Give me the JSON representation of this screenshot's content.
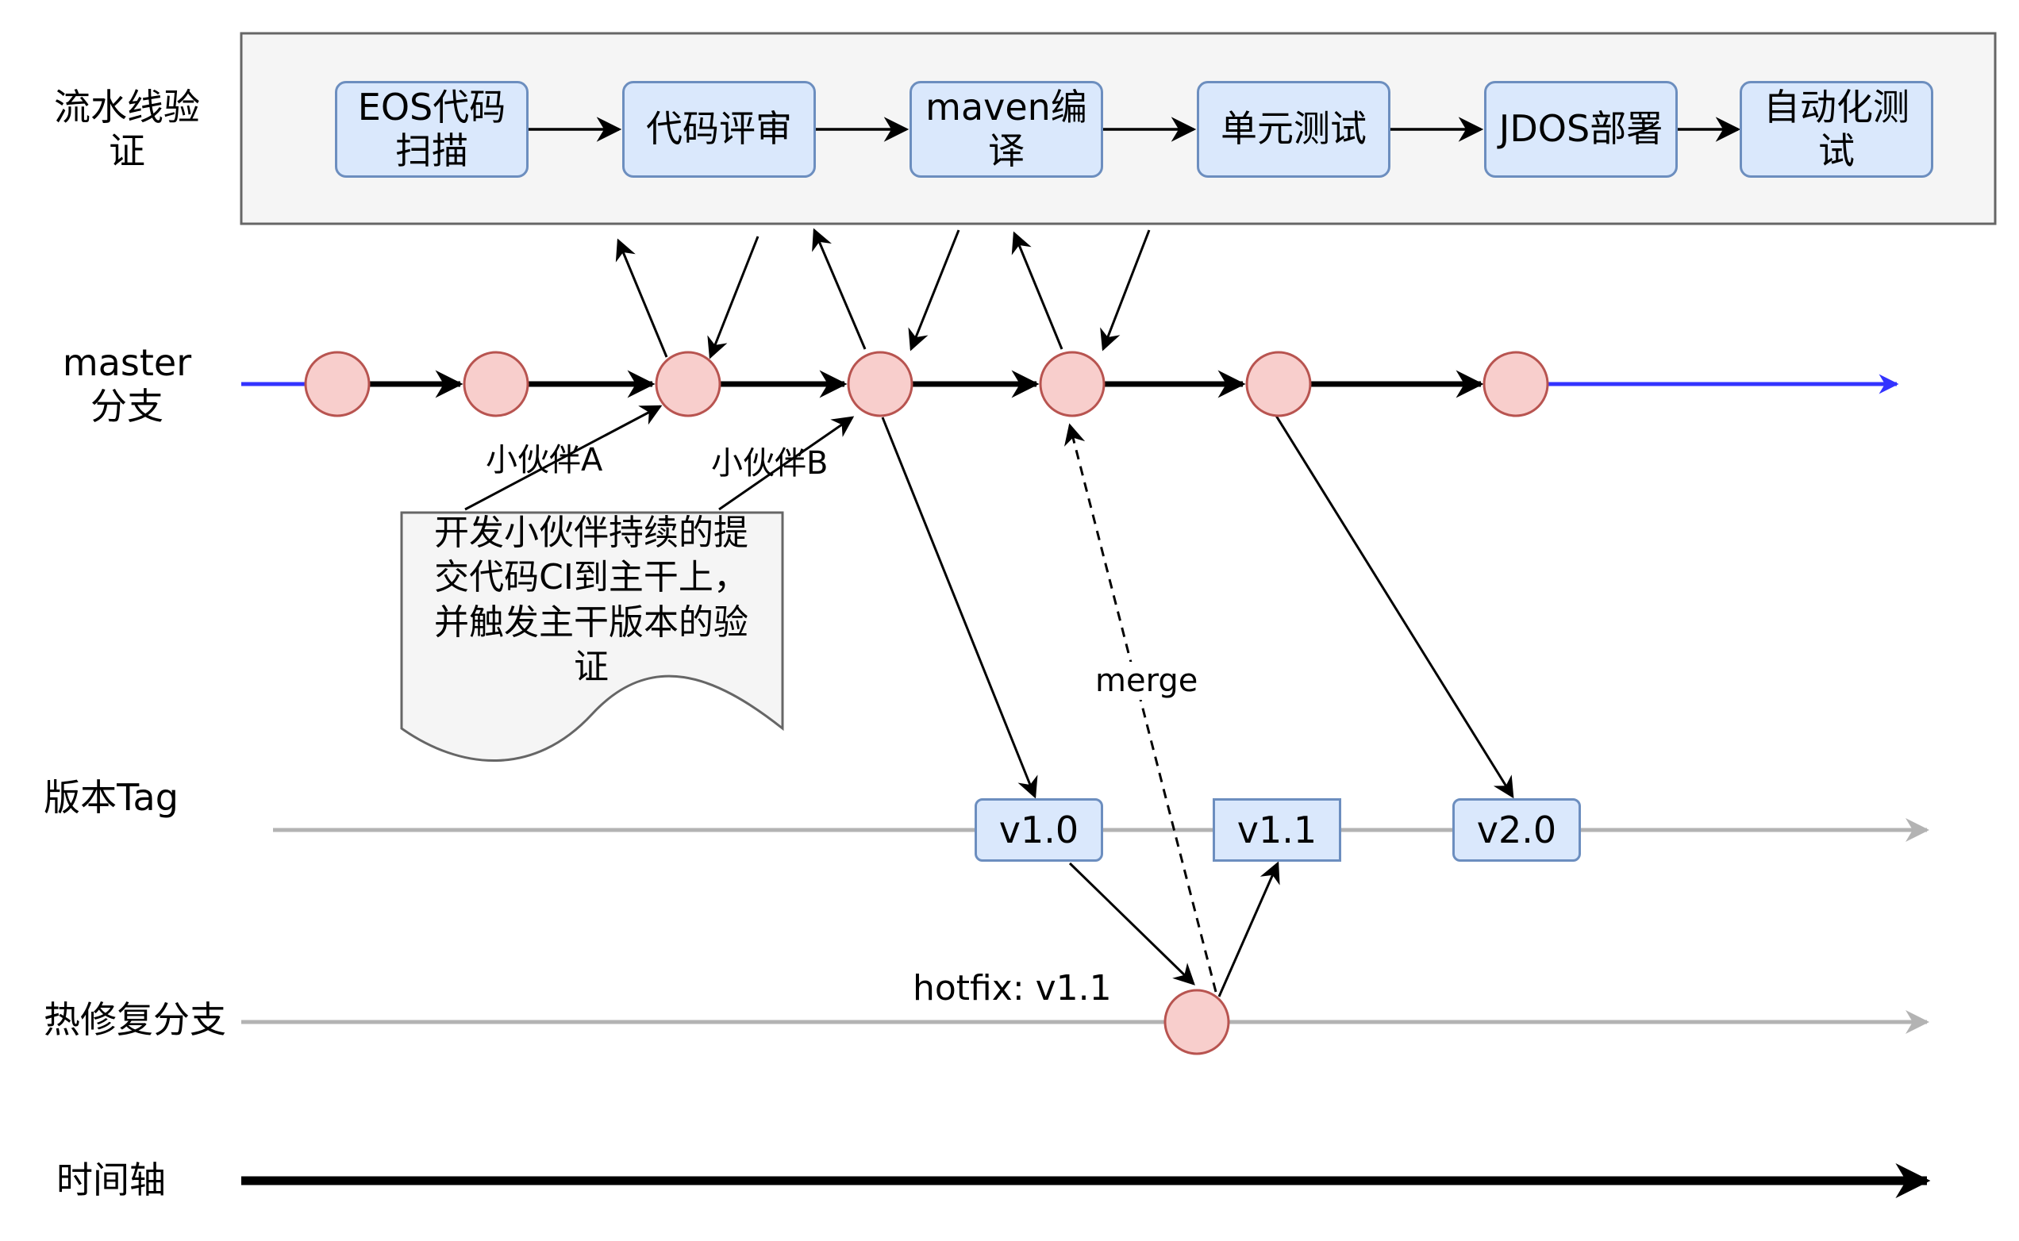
{
  "row_labels": {
    "pipeline": "流水线验\n证",
    "master": "master\n分支",
    "tag": "版本Tag",
    "hotfix": "热修复分支",
    "timeline": "时间轴"
  },
  "pipeline_stages": [
    "EOS代码\n扫描",
    "代码评审",
    "maven编\n译",
    "单元测试",
    "JDOS部署",
    "自动化测\n试"
  ],
  "tags": [
    "v1.0",
    "v1.1",
    "v2.0"
  ],
  "labels": {
    "partner_a": "小伙伴A",
    "partner_b": "小伙伴B",
    "merge": "merge",
    "hotfix": "hotfix: v1.1"
  },
  "note": "开发小伙伴持续的提\n交代码CI到主干上，\n并触发主干版本的验\n证",
  "colors": {
    "stage_fill": "#dae8fc",
    "stage_border": "#6c8ebf",
    "commit_fill": "#f8cecc",
    "commit_border": "#b85450",
    "master_line": "#3333ff",
    "gray_line": "#b3b3b3",
    "container_fill": "#f5f5f5",
    "container_border": "#666666"
  }
}
